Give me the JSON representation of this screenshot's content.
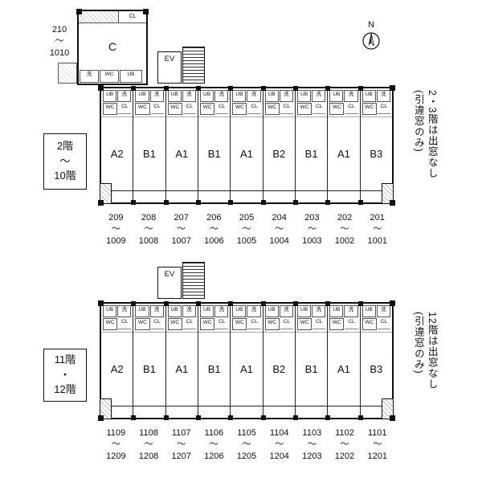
{
  "compass": {
    "label": "N"
  },
  "tilde": "〜",
  "fixtures": {
    "ub": "UB",
    "wash": "洗",
    "wc": "WC",
    "cl": "CL"
  },
  "plans": [
    {
      "floor_label_lines": [
        "2階",
        "〜",
        "10階"
      ],
      "side_note_lines": [
        "2・3階は出窓なし",
        "(引違窓のみ)"
      ],
      "elevator_label": "EV",
      "corner_room": {
        "label": "C",
        "cl": "CL",
        "range_top": "210",
        "range_bottom": "1010"
      },
      "units": [
        {
          "type": "A2",
          "num_top": "209",
          "num_bottom": "1009"
        },
        {
          "type": "B1",
          "num_top": "208",
          "num_bottom": "1008"
        },
        {
          "type": "A1",
          "num_top": "207",
          "num_bottom": "1007"
        },
        {
          "type": "B1",
          "num_top": "206",
          "num_bottom": "1006"
        },
        {
          "type": "A1",
          "num_top": "205",
          "num_bottom": "1005"
        },
        {
          "type": "B2",
          "num_top": "204",
          "num_bottom": "1004"
        },
        {
          "type": "B1",
          "num_top": "203",
          "num_bottom": "1003"
        },
        {
          "type": "A1",
          "num_top": "202",
          "num_bottom": "1002"
        },
        {
          "type": "B3",
          "num_top": "201",
          "num_bottom": "1001"
        }
      ]
    },
    {
      "floor_label_lines": [
        "11階",
        "・",
        "12階"
      ],
      "side_note_lines": [
        "12階は出窓なし",
        "(引違窓のみ)"
      ],
      "elevator_label": "EV",
      "units": [
        {
          "type": "A2",
          "num_top": "1109",
          "num_bottom": "1209"
        },
        {
          "type": "B1",
          "num_top": "1108",
          "num_bottom": "1208"
        },
        {
          "type": "A1",
          "num_top": "1107",
          "num_bottom": "1207"
        },
        {
          "type": "B1",
          "num_top": "1106",
          "num_bottom": "1206"
        },
        {
          "type": "A1",
          "num_top": "1105",
          "num_bottom": "1205"
        },
        {
          "type": "B2",
          "num_top": "1104",
          "num_bottom": "1204"
        },
        {
          "type": "B1",
          "num_top": "1103",
          "num_bottom": "1203"
        },
        {
          "type": "A1",
          "num_top": "1102",
          "num_bottom": "1202"
        },
        {
          "type": "B3",
          "num_top": "1101",
          "num_bottom": "1201"
        }
      ]
    }
  ]
}
